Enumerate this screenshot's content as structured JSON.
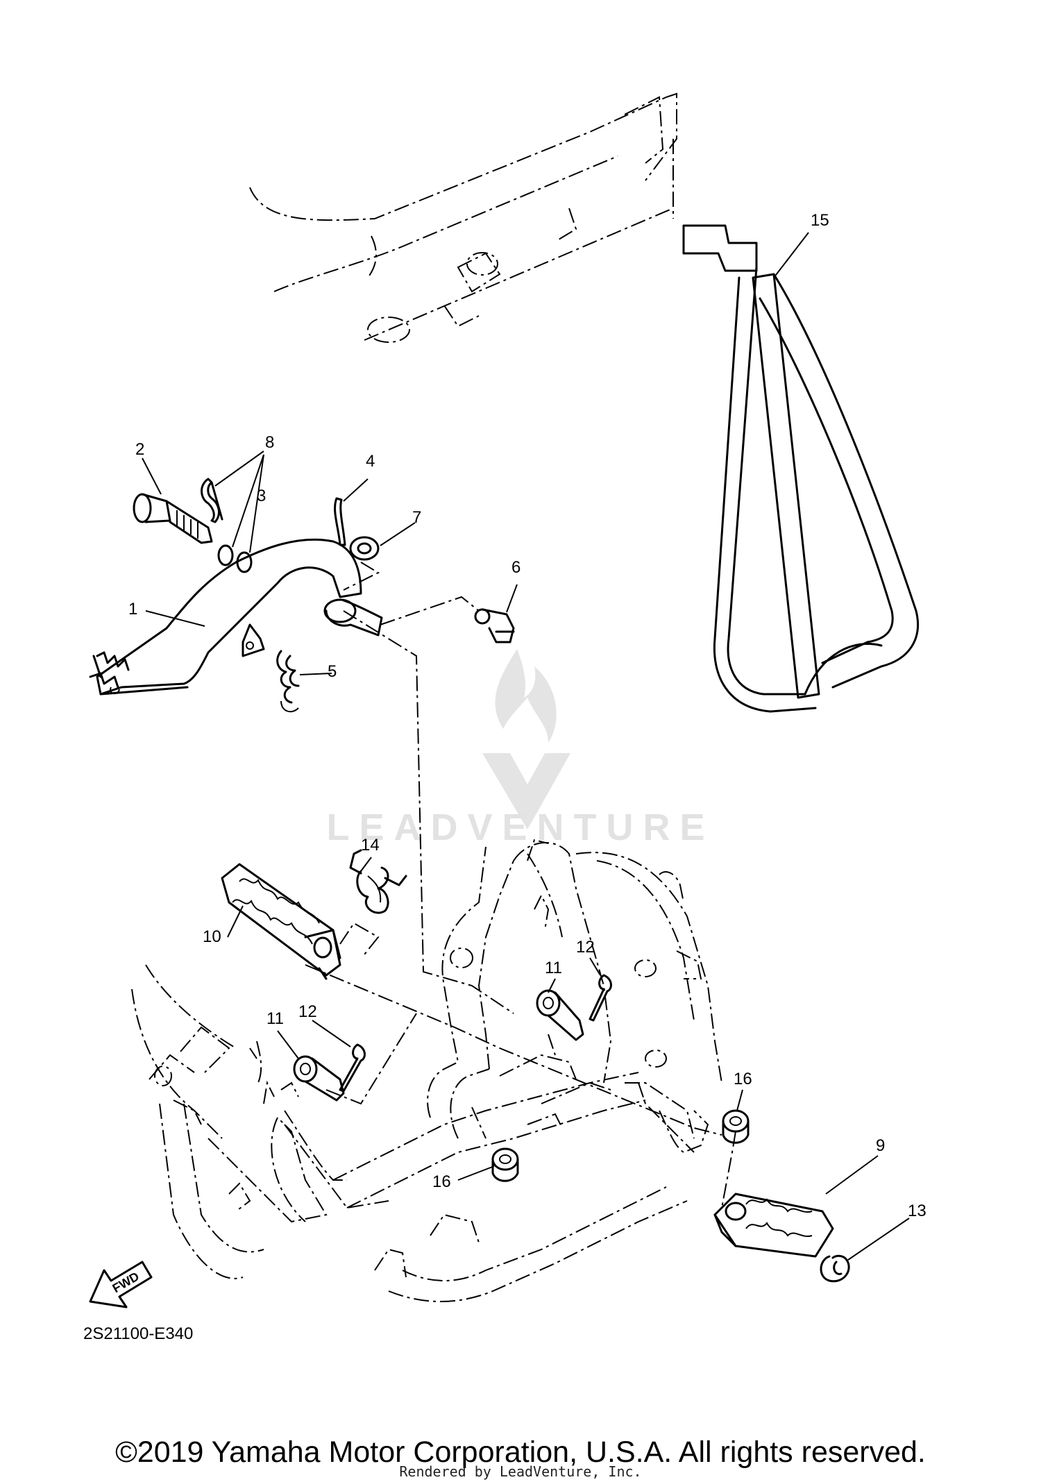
{
  "diagram": {
    "callouts": [
      {
        "num": "1"
      },
      {
        "num": "2"
      },
      {
        "num": "3"
      },
      {
        "num": "4"
      },
      {
        "num": "5"
      },
      {
        "num": "6"
      },
      {
        "num": "7"
      },
      {
        "num": "8"
      },
      {
        "num": "9"
      },
      {
        "num": "10"
      },
      {
        "num": "11"
      },
      {
        "num": "11"
      },
      {
        "num": "12"
      },
      {
        "num": "12"
      },
      {
        "num": "13"
      },
      {
        "num": "14"
      },
      {
        "num": "15"
      },
      {
        "num": "16"
      },
      {
        "num": "16"
      }
    ],
    "fwd_label": "FWD",
    "diagram_code": "2S21100-E340"
  },
  "watermark": {
    "text": "LEADVENTURE"
  },
  "footer": {
    "copyright": "©2019 Yamaha Motor Corporation, U.S.A. All rights reserved.",
    "rendered_by": "Rendered by LeadVenture, Inc."
  }
}
